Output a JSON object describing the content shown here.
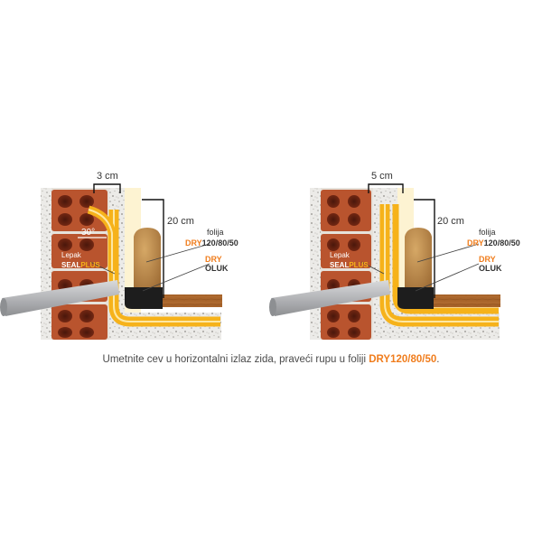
{
  "panels": [
    {
      "width_label": "3 cm",
      "height_label": "20 cm",
      "angle_label": "30°",
      "glue_label_line1": "Lepak",
      "glue_label_line2a": "SEAL",
      "glue_label_line2b": "PLUS",
      "foil_label": "folija",
      "foil_brand_a": "DRY",
      "foil_brand_b": "120/80/50",
      "gutter_brand_a": "DRY",
      "gutter_brand_b": "OLUK"
    },
    {
      "width_label": "5 cm",
      "height_label": "20 cm",
      "glue_label_line1": "Lepak",
      "glue_label_line2a": "SEAL",
      "glue_label_line2b": "PLUS",
      "foil_label": "folija",
      "foil_brand_a": "DRY",
      "foil_brand_b": "120/80/50",
      "gutter_brand_a": "DRY",
      "gutter_brand_b": "OLUK"
    }
  ],
  "caption": {
    "text": "Umetnite cev u horizontalni izlaz zida, praveći rupu u foliji ",
    "brand": "DRY120/80/50",
    "end": "."
  },
  "colors": {
    "brick": "#b9542e",
    "mortar": "#e6e2db",
    "foil": "#f6b21a",
    "foil_light": "#fde7a3",
    "accent": "#f07d1d",
    "pipe": "#b7b8ba",
    "board": "#a8642a"
  }
}
